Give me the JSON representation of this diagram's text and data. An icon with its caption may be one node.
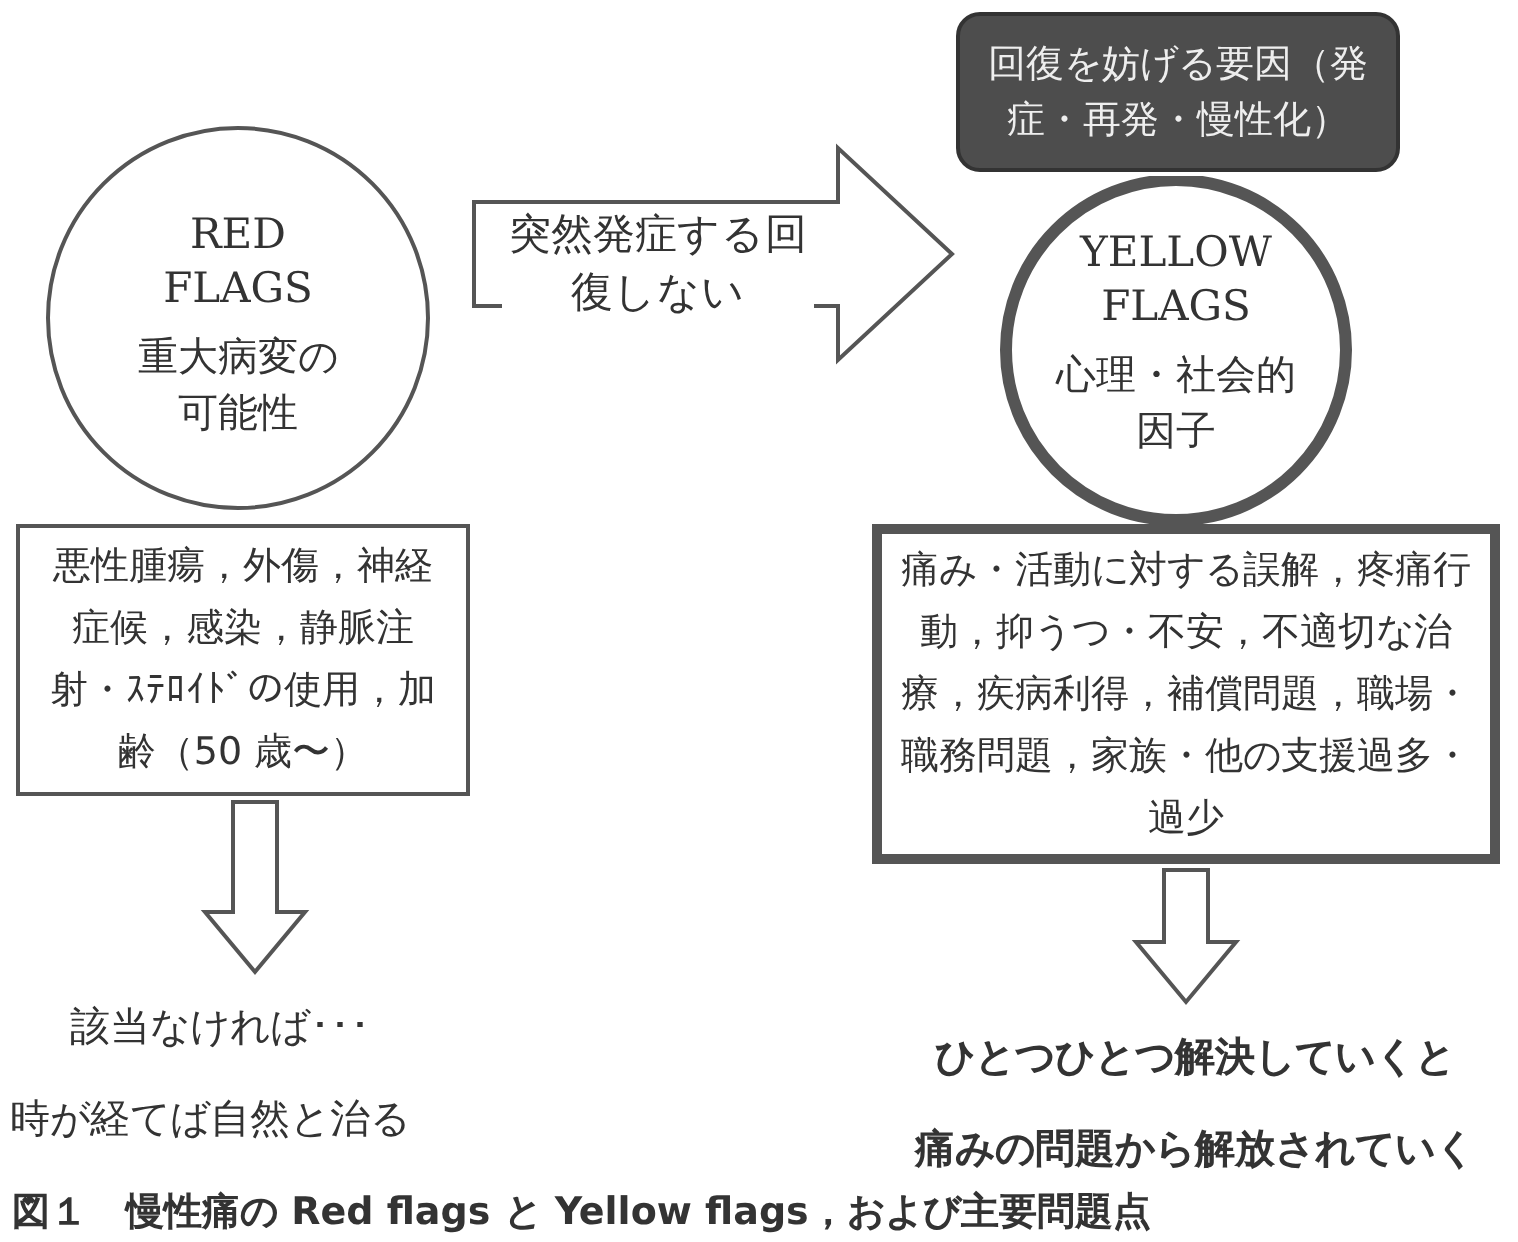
{
  "diagram": {
    "caption": "図１　慢性痛の Red flags と Yellow flags，および主要問題点",
    "nodes": [
      {
        "text": [
          "RED FLAGS",
          "重大病変の可能性"
        ]
      },
      {
        "text": [
          "悪性腫瘍，外傷，神経症候，感染，静脈注射・ｽﾃﾛｲﾄﾞの使用，加齢（50 歳〜）"
        ]
      },
      {
        "text": [
          "該当なければ･･･",
          "時が経てば自然と治る"
        ]
      },
      {
        "text": [
          "YELLOW FLAGS",
          "心理・社会的因子"
        ]
      },
      {
        "text": [
          "回復を妨げる要因（発症・再発・慢性化）"
        ]
      },
      {
        "text": [
          "痛み・活動に対する誤解，疼痛行動，抑うつ・不安，不適切な治療，疾病利得，補償問題，職場・職務問題，家族・他の支援過多・過少"
        ]
      },
      {
        "text": [
          "ひとつひとつ解決していくと",
          "痛みの問題から解放されていく"
        ]
      }
    ],
    "edges": [
      {
        "from": 0,
        "to": 3,
        "arrow": "to",
        "label": "突然発症する回復しない"
      },
      {
        "from": 1,
        "to": 2,
        "arrow": "to"
      },
      {
        "from": 5,
        "to": 6,
        "arrow": "to"
      }
    ]
  }
}
